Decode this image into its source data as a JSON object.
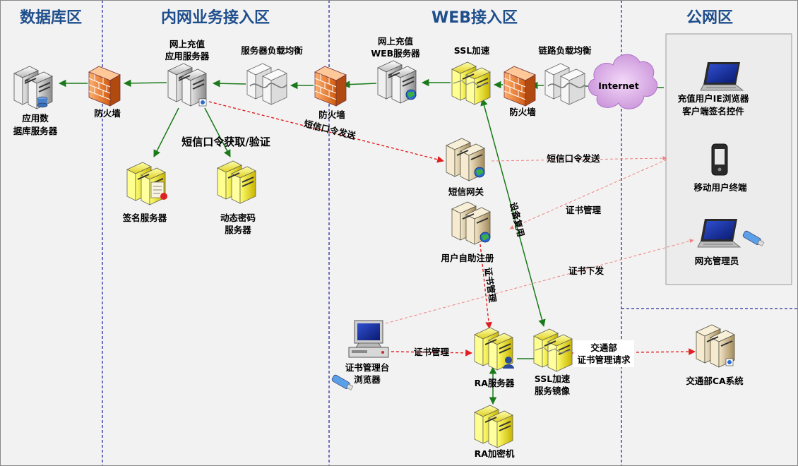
{
  "zones": {
    "db": "数据库区",
    "intranet": "内网业务接入区",
    "web": "WEB接入区",
    "public": "公网区"
  },
  "nodes": {
    "app_db": [
      "应用数",
      "据库服务器"
    ],
    "fw1": "防火墙",
    "app_server": [
      "网上充值",
      "应用服务器"
    ],
    "lb1": "服务器负载均衡",
    "fw2": "防火墙",
    "web_server": [
      "网上充值",
      "WEB服务器"
    ],
    "ssl": "SSL加速",
    "fw3": "防火墙",
    "lb2": "链路负载均衡",
    "internet": "Internet",
    "ie_user": [
      "充值用户IE浏览器",
      "客户端签名控件"
    ],
    "sign_server": "签名服务器",
    "otp_server": [
      "动态密码",
      "服务器"
    ],
    "sms_gateway": "短信网关",
    "mobile": "移动用户终端",
    "self_reg": "用户自助注册",
    "admin": "网充管理员",
    "cert_console": [
      "证书管理台",
      "浏览器"
    ],
    "ra_server": "RA服务器",
    "ssl_mirror": [
      "SSL加速",
      "服务镜像"
    ],
    "ra_crypto": "RA加密机",
    "ca_system": "交通部CA系统"
  },
  "edge_labels": {
    "otp": "短信口令获取/验证",
    "sms_send_1": "短信口令发送",
    "sms_send_2": "短信口令发送",
    "dev_reuse": "设备复用",
    "cert_mgmt_1": "证书管理",
    "cert_mgmt_2": "证书管理",
    "cert_mgmt_3": "证书管理",
    "cert_issue": "证书下发",
    "ca_request": [
      "交通部",
      "证书管理请求"
    ]
  },
  "colors": {
    "zone_title": "#1f4e8c",
    "divider": "#2a2aa0",
    "green_arrow": "#1a7a1a",
    "red_dashed": "#e02020",
    "light_dashed": "#f08080"
  }
}
